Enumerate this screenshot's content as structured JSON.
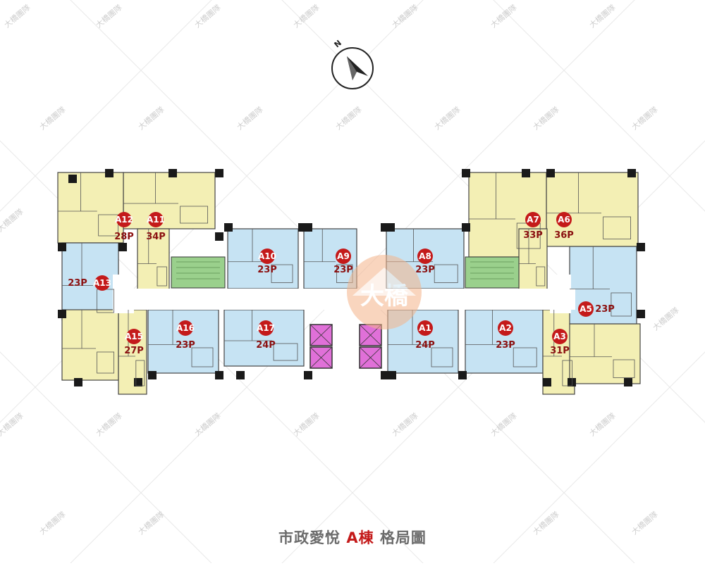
{
  "compass": {
    "label": "N"
  },
  "logo": {
    "text": "大橋"
  },
  "watermark": "大橋團隊",
  "caption": {
    "project": "市政愛悅",
    "building": "A棟",
    "suffix": "格局圖"
  },
  "units": [
    {
      "id": "A1",
      "size": "24P",
      "type": "blue"
    },
    {
      "id": "A2",
      "size": "23P",
      "type": "blue"
    },
    {
      "id": "A3",
      "size": "31P",
      "type": "yellow"
    },
    {
      "id": "A5",
      "size": "23P",
      "type": "blue"
    },
    {
      "id": "A6",
      "size": "36P",
      "type": "yellow"
    },
    {
      "id": "A7",
      "size": "33P",
      "type": "yellow"
    },
    {
      "id": "A8",
      "size": "23P",
      "type": "blue"
    },
    {
      "id": "A9",
      "size": "23P",
      "type": "blue"
    },
    {
      "id": "A10",
      "size": "23P",
      "type": "blue"
    },
    {
      "id": "A11",
      "size": "34P",
      "type": "yellow"
    },
    {
      "id": "A12",
      "size": "28P",
      "type": "yellow"
    },
    {
      "id": "A13",
      "size": "23P",
      "type": "blue"
    },
    {
      "id": "A15",
      "size": "27P",
      "type": "yellow"
    },
    {
      "id": "A16",
      "size": "23P",
      "type": "blue"
    },
    {
      "id": "A17",
      "size": "24P",
      "type": "blue"
    }
  ],
  "colors": {
    "yellow_unit": "#f3efb4",
    "blue_unit": "#c6e3f3",
    "corridor": "#ffffff",
    "stair": "#9ad08c",
    "elevator": "#e070d8",
    "badge": "#c41a1a",
    "wall": "#1a1a1a"
  }
}
